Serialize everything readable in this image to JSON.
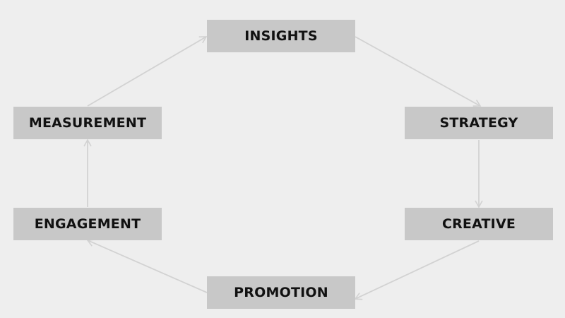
{
  "diagram": {
    "nodes": [
      {
        "id": "insights",
        "label": "INSIGHTS"
      },
      {
        "id": "strategy",
        "label": "STRATEGY"
      },
      {
        "id": "creative",
        "label": "CREATIVE"
      },
      {
        "id": "promotion",
        "label": "PROMOTION"
      },
      {
        "id": "engagement",
        "label": "ENGAGEMENT"
      },
      {
        "id": "measurement",
        "label": "MEASUREMENT"
      }
    ],
    "edges": [
      {
        "from": "insights",
        "to": "strategy"
      },
      {
        "from": "strategy",
        "to": "creative"
      },
      {
        "from": "creative",
        "to": "promotion"
      },
      {
        "from": "promotion",
        "to": "engagement"
      },
      {
        "from": "engagement",
        "to": "measurement"
      },
      {
        "from": "measurement",
        "to": "insights"
      }
    ],
    "colors": {
      "background": "#eeeeee",
      "box": "#c8c8c8",
      "text": "#111111",
      "arrow": "#d2d2d2"
    }
  }
}
